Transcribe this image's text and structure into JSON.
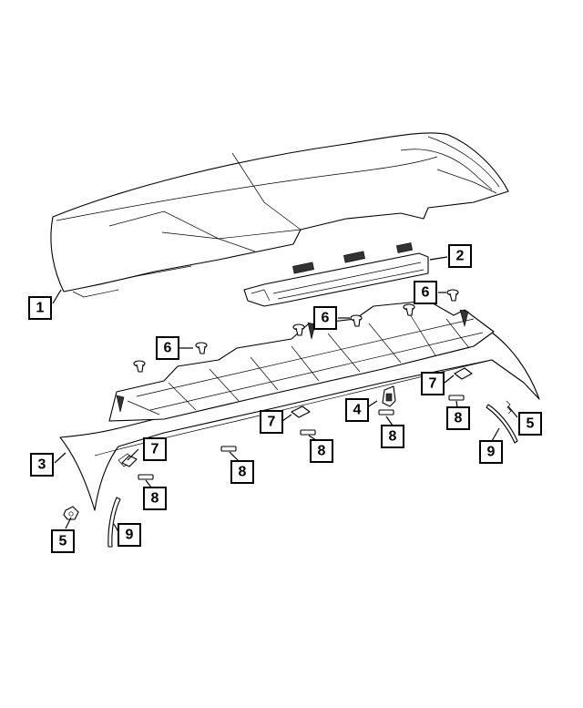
{
  "callouts": {
    "c1": "1",
    "c2": "2",
    "c3": "3",
    "c4": "4",
    "c5a": "5",
    "c5b": "5",
    "c6a": "6",
    "c6b": "6",
    "c6c": "6",
    "c7a": "7",
    "c7b": "7",
    "c7c": "7",
    "c8a": "8",
    "c8b": "8",
    "c8c": "8",
    "c8d": "8",
    "c8e": "8",
    "c9a": "9",
    "c9b": "9"
  },
  "colors": {
    "line": "#000000",
    "background": "#ffffff"
  }
}
